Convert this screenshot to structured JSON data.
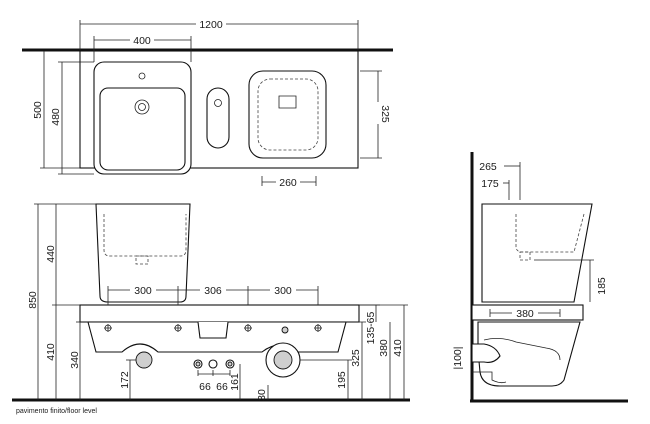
{
  "plan_view": {
    "dim_width_total": "1200",
    "dim_basin_width": "400",
    "dim_depth_outer": "500",
    "dim_depth_inner": "480",
    "dim_depth_right": "325",
    "dim_bowl_width": "260"
  },
  "front_view": {
    "dim_total_height": "850",
    "dim_basin_height": "440",
    "dim_bottom_height": "410",
    "dim_left_340": "340",
    "dim_spacing_left": "300",
    "dim_spacing_mid": "306",
    "dim_spacing_right": "300",
    "dim_172": "172",
    "dim_66_a": "66",
    "dim_66_b": "66",
    "dim_161": "161",
    "dim_30": "30",
    "dim_195": "195",
    "dim_325": "325",
    "dim_380": "380",
    "dim_410_right": "410",
    "dim_135_65": "135-65"
  },
  "side_view": {
    "dim_265": "265",
    "dim_175": "175",
    "dim_185": "185",
    "dim_380": "380",
    "dim_100": "|100|"
  },
  "floor_label": "pavimento finito/floor level"
}
